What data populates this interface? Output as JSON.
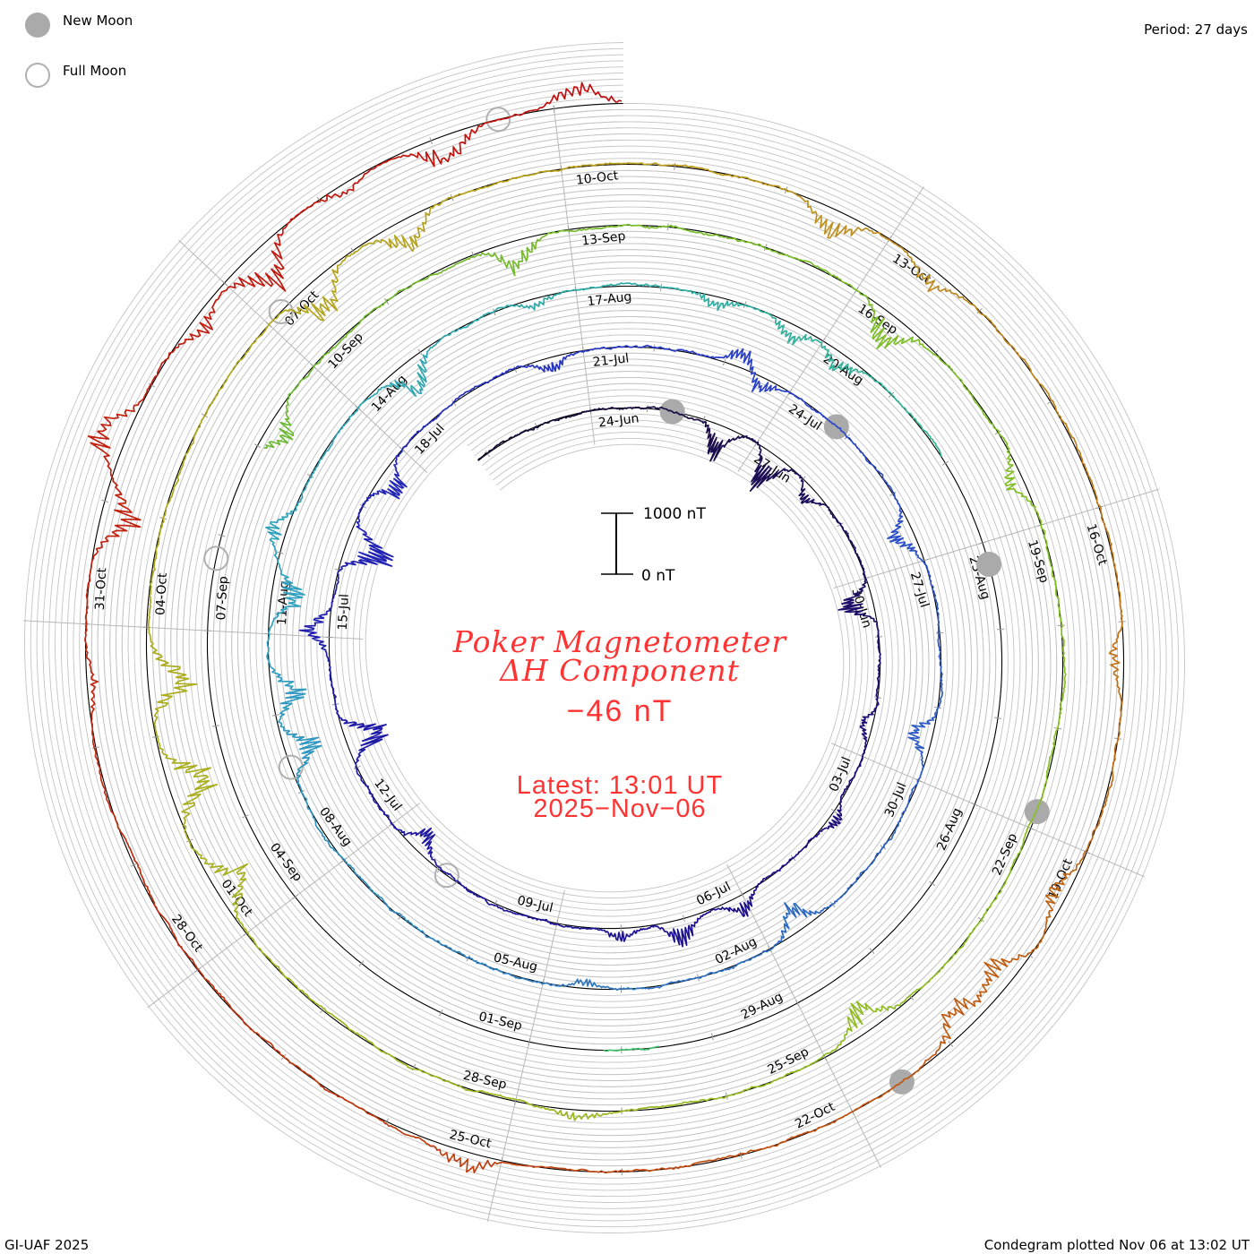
{
  "legend": {
    "new_moon": "New Moon",
    "full_moon": "Full Moon"
  },
  "period_label": "Period: 27 days",
  "footer_left": "GI-UAF 2025",
  "footer_right": "Condegram plotted Nov 06 at 13:02 UT",
  "center": {
    "title_line1": "Poker Magnetometer",
    "title_line2": "ΔH Component",
    "current_value": "−46 nT",
    "latest_line1": "Latest: 13:01 UT",
    "latest_line2": "2025−Nov−06"
  },
  "colors": {
    "title": "#ff3333",
    "grid": "#c4c4c4",
    "baseline": "#000000",
    "moon": "#aaaaaa"
  },
  "chart_data": {
    "type": "condegram-spiral",
    "title": "Poker Magnetometer ΔH Component",
    "period_days": 27,
    "scale_bar": {
      "top_label": "1000 nT",
      "bottom_label": "0 nT",
      "top_value": 1000,
      "bottom_value": 0
    },
    "start_time": "2025-06-21 19:00",
    "end_time": "2025-11-06 13:01",
    "reference_date": "2025-06-24",
    "label_interval_days": 3,
    "date_labels": [
      "24-Jun",
      "27-Jun",
      "30-Jun",
      "03-Jul",
      "06-Jul",
      "09-Jul",
      "12-Jul",
      "15-Jul",
      "18-Jul",
      "21-Jul",
      "24-Jul",
      "27-Jul",
      "30-Jul",
      "02-Aug",
      "05-Aug",
      "08-Aug",
      "11-Aug",
      "14-Aug",
      "17-Aug",
      "20-Aug",
      "23-Aug",
      "26-Aug",
      "29-Aug",
      "01-Sep",
      "04-Sep",
      "07-Sep",
      "10-Sep",
      "13-Sep",
      "16-Sep",
      "19-Sep",
      "22-Sep",
      "25-Sep",
      "28-Sep",
      "01-Oct",
      "04-Oct",
      "07-Oct",
      "10-Oct",
      "13-Oct",
      "16-Oct",
      "19-Oct",
      "22-Oct",
      "25-Oct",
      "28-Oct",
      "31-Oct"
    ],
    "new_moons": [
      "2025-06-25 10:31",
      "2025-07-24 19:11",
      "2025-08-23 06:06",
      "2025-09-21 19:54",
      "2025-10-21 12:25"
    ],
    "full_moons": [
      "2025-07-10 20:37",
      "2025-08-09 07:55",
      "2025-09-07 18:09",
      "2025-10-07 03:47",
      "2025-11-05 13:19"
    ],
    "data_gaps": [
      [
        "2025-08-21 22:00",
        "2025-08-30 14:00"
      ],
      [
        "2025-08-31 05:00",
        "2025-09-09 00:00"
      ]
    ],
    "disturbances_nT": [
      [
        "2025-06-26 09:00",
        -550
      ],
      [
        "2025-06-27 10:00",
        -650
      ],
      [
        "2025-06-28 07:00",
        -300
      ],
      [
        "2025-06-30 10:00",
        -590
      ],
      [
        "2025-07-02 12:00",
        -200
      ],
      [
        "2025-07-04 02:00",
        200
      ],
      [
        "2025-07-06 02:00",
        300
      ],
      [
        "2025-07-07 02:00",
        430
      ],
      [
        "2025-07-08 00:00",
        200
      ],
      [
        "2025-07-11 12:00",
        -350
      ],
      [
        "2025-07-13 10:00",
        -750
      ],
      [
        "2025-07-15 02:00",
        400
      ],
      [
        "2025-07-16 10:00",
        -850
      ],
      [
        "2025-07-17 12:00",
        -450
      ],
      [
        "2025-07-20 12:00",
        -220
      ],
      [
        "2025-07-23 05:00",
        300
      ],
      [
        "2025-07-23 14:00",
        -300
      ],
      [
        "2025-07-26 14:00",
        -350
      ],
      [
        "2025-07-29 10:00",
        -370
      ],
      [
        "2025-08-01 12:00",
        -450
      ],
      [
        "2025-08-04 12:00",
        -150
      ],
      [
        "2025-08-09 12:00",
        -600
      ],
      [
        "2025-08-10 06:00",
        -550
      ],
      [
        "2025-08-11 12:00",
        -500
      ],
      [
        "2025-08-12 06:00",
        350
      ],
      [
        "2025-08-14 18:00",
        -600
      ],
      [
        "2025-08-16 12:00",
        -150
      ],
      [
        "2025-08-18 16:00",
        -220
      ],
      [
        "2025-08-19 15:00",
        -300
      ],
      [
        "2025-08-20 07:00",
        -350
      ],
      [
        "2025-09-09 06:00",
        -400
      ],
      [
        "2025-09-12 10:00",
        -470
      ],
      [
        "2025-09-16 12:00",
        -550
      ],
      [
        "2025-09-18 12:00",
        -300
      ],
      [
        "2025-09-24 12:00",
        -450
      ],
      [
        "2025-09-27 10:00",
        150
      ],
      [
        "2025-10-01 12:00",
        -600
      ],
      [
        "2025-10-02 12:00",
        -800
      ],
      [
        "2025-10-03 12:00",
        -700
      ],
      [
        "2025-10-07 12:00",
        -700
      ],
      [
        "2025-10-08 12:00",
        -500
      ],
      [
        "2025-10-12 12:00",
        -450
      ],
      [
        "2025-10-13 12:00",
        -300
      ],
      [
        "2025-10-17 08:00",
        -220
      ],
      [
        "2025-10-19 10:00",
        -300
      ],
      [
        "2025-10-20 07:00",
        -450
      ],
      [
        "2025-10-20 19:00",
        -500
      ],
      [
        "2025-10-25 07:00",
        300
      ],
      [
        "2025-10-30 12:00",
        -150
      ],
      [
        "2025-10-31 22:00",
        -550
      ],
      [
        "2025-11-01 12:00",
        550
      ],
      [
        "2025-11-02 15:00",
        -300
      ],
      [
        "2025-11-03 07:00",
        -750
      ],
      [
        "2025-11-04 05:00",
        -150
      ],
      [
        "2025-11-05 02:00",
        -490
      ],
      [
        "2025-11-06 05:00",
        350
      ]
    ],
    "trace_colors": [
      [
        "2025-06-21 19:00",
        "#120826"
      ],
      [
        "2025-06-27 00:00",
        "#1c0c50"
      ],
      [
        "2025-07-06 00:00",
        "#1e108a"
      ],
      [
        "2025-07-16 00:00",
        "#2020b0"
      ],
      [
        "2025-07-24 00:00",
        "#2c44c8"
      ],
      [
        "2025-08-03 00:00",
        "#3070c0"
      ],
      [
        "2025-08-11 00:00",
        "#30a0c0"
      ],
      [
        "2025-08-19 00:00",
        "#30b0a0"
      ],
      [
        "2025-08-30 00:00",
        "#40c070"
      ],
      [
        "2025-09-10 00:00",
        "#70b830"
      ],
      [
        "2025-09-22 00:00",
        "#88c020"
      ],
      [
        "2025-10-02 00:00",
        "#a8b020"
      ],
      [
        "2025-10-10 00:00",
        "#b8a018"
      ],
      [
        "2025-10-14 00:00",
        "#c08820"
      ],
      [
        "2025-10-20 00:00",
        "#c06010"
      ],
      [
        "2025-10-28 00:00",
        "#c03010"
      ],
      [
        "2025-11-06 13:01",
        "#c01010"
      ]
    ]
  }
}
